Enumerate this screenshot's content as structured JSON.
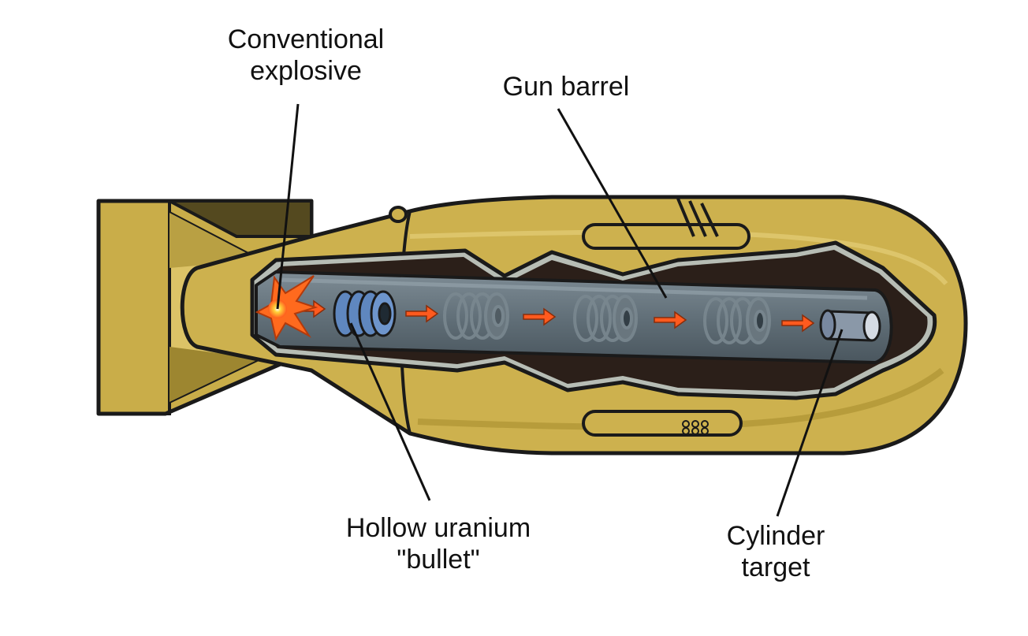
{
  "labels": {
    "explosive": {
      "line1": "Conventional",
      "line2": "explosive"
    },
    "barrel": {
      "line1": "Gun barrel"
    },
    "bullet": {
      "line1": "Hollow uranium",
      "line2": "\"bullet\""
    },
    "target": {
      "line1": "Cylinder",
      "line2": "target"
    }
  },
  "colors": {
    "casing": "#cdb14e",
    "casing_light": "#dfc66c",
    "casing_dark": "#a98e2f",
    "cavity": "#2b1f19",
    "barrel": "#5f6d76",
    "barrel_light": "#7e8c95",
    "bullet": "#5f87bf",
    "arrow": "#ff5a1e",
    "outline": "#1a1a1a"
  }
}
